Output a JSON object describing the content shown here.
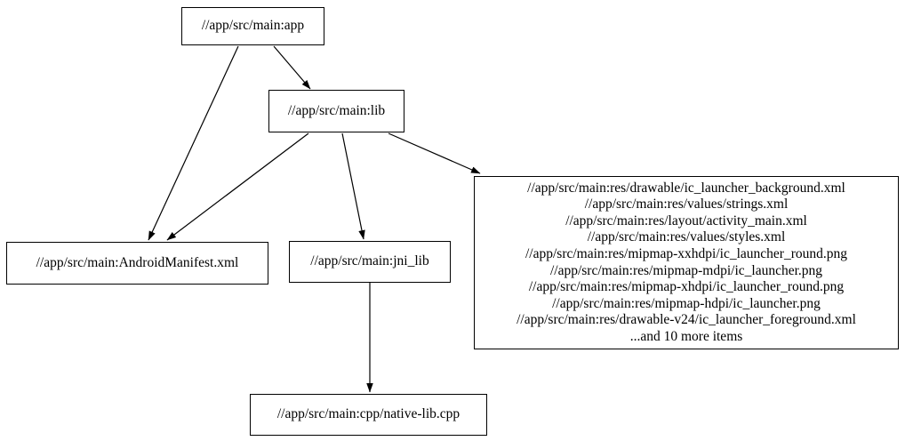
{
  "diagram": {
    "kind": "dependency-graph",
    "colors": {
      "background": "#ffffff",
      "node_fill": "#ffffff",
      "node_border": "#000000",
      "edge": "#000000",
      "text": "#000000"
    },
    "nodes": {
      "app": {
        "label": "//app/src/main:app"
      },
      "lib": {
        "label": "//app/src/main:lib"
      },
      "manifest": {
        "label": "//app/src/main:AndroidManifest.xml"
      },
      "jni_lib": {
        "label": "//app/src/main:jni_lib"
      },
      "res_group": {
        "lines": [
          "//app/src/main:res/drawable/ic_launcher_background.xml",
          "//app/src/main:res/values/strings.xml",
          "//app/src/main:res/layout/activity_main.xml",
          "//app/src/main:res/values/styles.xml",
          "//app/src/main:res/mipmap-xxhdpi/ic_launcher_round.png",
          "//app/src/main:res/mipmap-mdpi/ic_launcher.png",
          "//app/src/main:res/mipmap-xhdpi/ic_launcher_round.png",
          "//app/src/main:res/mipmap-hdpi/ic_launcher.png",
          "//app/src/main:res/drawable-v24/ic_launcher_foreground.xml",
          "...and 10 more items"
        ]
      },
      "native_lib_cpp": {
        "label": "//app/src/main:cpp/native-lib.cpp"
      }
    },
    "edges": [
      {
        "from": "app",
        "to": "manifest"
      },
      {
        "from": "app",
        "to": "lib"
      },
      {
        "from": "lib",
        "to": "manifest"
      },
      {
        "from": "lib",
        "to": "jni_lib"
      },
      {
        "from": "lib",
        "to": "res_group"
      },
      {
        "from": "jni_lib",
        "to": "native_lib_cpp"
      }
    ]
  }
}
